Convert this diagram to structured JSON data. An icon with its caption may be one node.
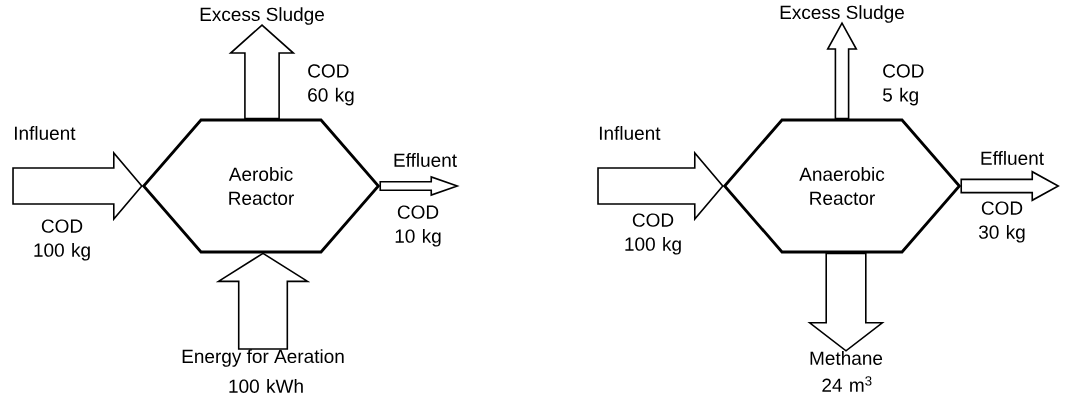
{
  "diagram": {
    "nodes": [
      {
        "text": [
          "Aerobic Reactor"
        ]
      },
      {
        "text": [
          "Influent"
        ]
      },
      {
        "text": [
          "Excess Sludge"
        ]
      },
      {
        "text": [
          "Effluent"
        ]
      },
      {
        "text": [
          "Energy for Aeration"
        ],
        "beside": [
          "100 kWh"
        ]
      },
      {
        "text": [
          "Anaerobic Reactor"
        ]
      },
      {
        "text": [
          "Influent"
        ]
      },
      {
        "text": [
          "Excess Sludge"
        ]
      },
      {
        "text": [
          "Effluent"
        ]
      },
      {
        "text": [
          "Methane"
        ],
        "beside": [
          "24 m$^{3}$"
        ]
      }
    ],
    "edges": [
      {
        "from": 1,
        "to": 0,
        "arrow": "to",
        "style": "thick"
      },
      {
        "from": 0,
        "to": 2,
        "arrow": "to",
        "style": "thick"
      },
      {
        "from": 0,
        "to": 3,
        "arrow": "to"
      },
      {
        "from": 4,
        "to": 0,
        "arrow": "to",
        "style": "thick"
      },
      {
        "from": 6,
        "to": 5,
        "arrow": "to",
        "style": "thick"
      },
      {
        "from": 5,
        "to": 7,
        "arrow": "to"
      },
      {
        "from": 5,
        "to": 8,
        "arrow": "to"
      },
      {
        "from": 5,
        "to": 9,
        "arrow": "to",
        "style": "thick"
      }
    ],
    "labels": [
      "COD 60 kg",
      "COD 100 kg",
      "COD 10 kg",
      "COD 5 kg",
      "COD 100 kg",
      "COD 30 kg"
    ]
  }
}
